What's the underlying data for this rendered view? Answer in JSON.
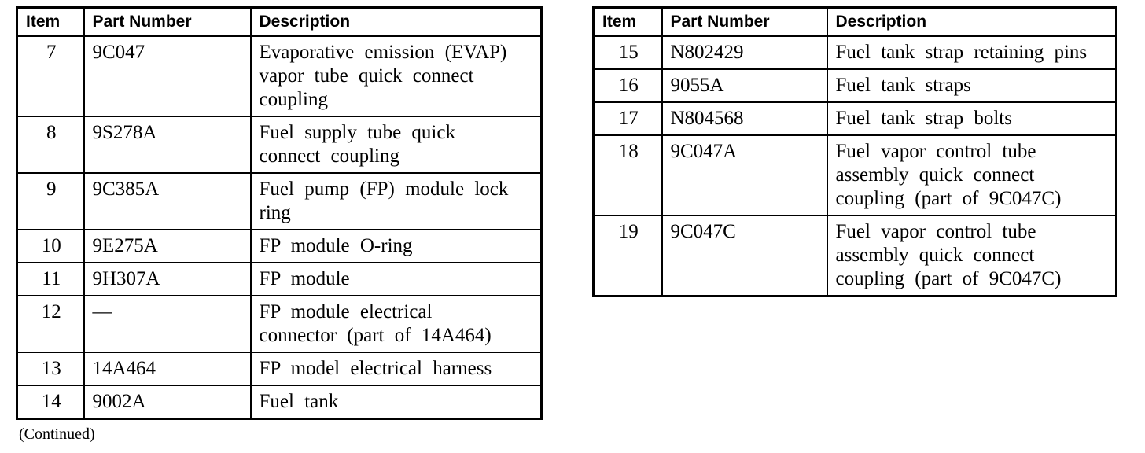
{
  "tables": [
    {
      "name": "parts-list-items-7-14",
      "headers": {
        "item": "Item",
        "part": "Part Number",
        "desc": "Description"
      },
      "rows": [
        {
          "item": "7",
          "part": "9C047",
          "desc": "Evaporative emission (EVAP)\nvapor tube quick connect\ncoupling"
        },
        {
          "item": "8",
          "part": "9S278A",
          "desc": "Fuel supply tube quick\nconnect coupling"
        },
        {
          "item": "9",
          "part": "9C385A",
          "desc": "Fuel pump (FP) module lock\nring"
        },
        {
          "item": "10",
          "part": "9E275A",
          "desc": "FP module O-ring"
        },
        {
          "item": "11",
          "part": "9H307A",
          "desc": "FP module"
        },
        {
          "item": "12",
          "part": "—",
          "desc": "FP module electrical\nconnector (part of 14A464)"
        },
        {
          "item": "13",
          "part": "14A464",
          "desc": "FP model electrical harness"
        },
        {
          "item": "14",
          "part": "9002A",
          "desc": "Fuel tank"
        }
      ]
    },
    {
      "name": "parts-list-items-15-19",
      "headers": {
        "item": "Item",
        "part": "Part Number",
        "desc": "Description"
      },
      "rows": [
        {
          "item": "15",
          "part": "N802429",
          "desc": "Fuel tank strap retaining pins"
        },
        {
          "item": "16",
          "part": "9055A",
          "desc": "Fuel tank straps"
        },
        {
          "item": "17",
          "part": "N804568",
          "desc": "Fuel tank strap bolts"
        },
        {
          "item": "18",
          "part": "9C047A",
          "desc": "Fuel vapor control tube\nassembly quick connect\ncoupling (part of 9C047C)"
        },
        {
          "item": "19",
          "part": "9C047C",
          "desc": "Fuel vapor control tube\nassembly quick connect\ncoupling (part of 9C047C)"
        }
      ]
    }
  ],
  "footer": {
    "continued": "(Continued)"
  },
  "colors": {
    "border": "#000000",
    "background": "#ffffff",
    "text": "#000000"
  }
}
